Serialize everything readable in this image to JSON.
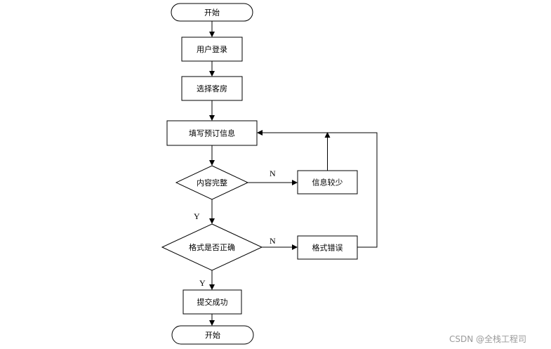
{
  "nodes": {
    "start": "开始",
    "login": "用户登录",
    "select_room": "选择客房",
    "fill_booking": "填写预订信息",
    "content_complete": "内容完整",
    "info_missing": "信息较少",
    "format_correct": "格式是否正确",
    "format_error": "格式错误",
    "submit_success": "提交成功",
    "end": "开始"
  },
  "edge_labels": {
    "content_no": "N",
    "content_yes": "Y",
    "format_no": "N",
    "format_yes": "Y"
  },
  "watermark": "CSDN @全栈工程司"
}
